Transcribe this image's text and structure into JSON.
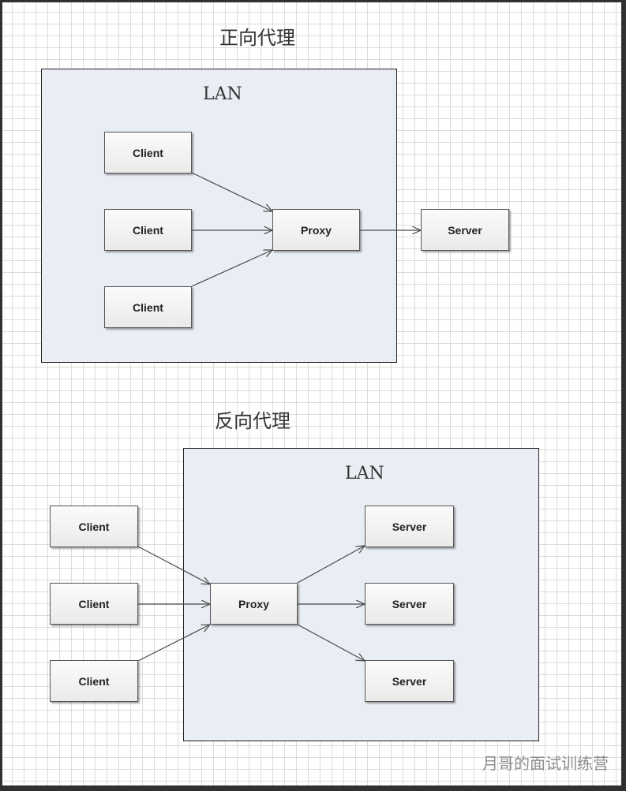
{
  "forward": {
    "title": "正向代理",
    "lan_label": "LAN",
    "client_label": "Client",
    "proxy_label": "Proxy",
    "server_label": "Server"
  },
  "reverse": {
    "title": "反向代理",
    "lan_label": "LAN",
    "client_label": "Client",
    "proxy_label": "Proxy",
    "server_label": "Server"
  },
  "watermark": "月哥的面试训练营",
  "colors": {
    "lan_fill": "#e9edf4",
    "grid_line": "#dcdcdc",
    "edge": "#4a4a4a"
  }
}
